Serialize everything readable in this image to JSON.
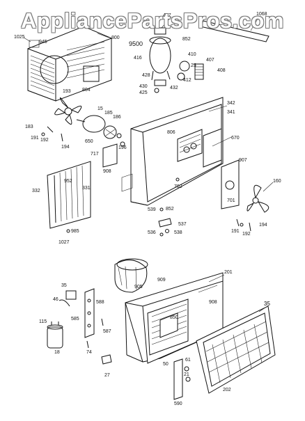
{
  "watermark": "AppliancePartsPros.com",
  "part_labels": {
    "l1025": "1025",
    "l945": "945",
    "l800": "800",
    "l427": "427",
    "l852t": "852",
    "l1068": "1068",
    "l9500": "9500",
    "l416": "416",
    "l410": "410",
    "l25": "25",
    "l407": "407",
    "l408": "408",
    "l428": "428",
    "l412": "412",
    "l430": "430",
    "l432": "432",
    "l425": "425",
    "l193": "193",
    "l804": "804",
    "l342": "342",
    "l341": "341",
    "l15": "15",
    "l183": "183",
    "l185": "185",
    "l186": "186",
    "l191": "191",
    "l192": "192",
    "l194": "194",
    "l650": "650",
    "l196": "196",
    "l806": "806",
    "l670": "670",
    "l717": "717",
    "l908": "908",
    "l907": "907",
    "l160": "160",
    "l952": "952",
    "l331": "331",
    "l332": "332",
    "l702": "702",
    "l701": "701",
    "l539": "539",
    "l852b": "852",
    "l537": "537",
    "l536": "536",
    "l538": "538",
    "l191b": "191",
    "l192b": "192",
    "l194b": "194",
    "l985": "985",
    "l1027": "1027",
    "l909": "909",
    "l201": "201",
    "l905": "905",
    "l908b": "908",
    "l35": "35",
    "l46": "46",
    "l588": "588",
    "l585": "585",
    "l115": "115",
    "l18": "18",
    "l587": "587",
    "l74": "74",
    "l850": "850",
    "l50": "50",
    "l61": "61",
    "l21": "21",
    "l27": "27",
    "l202": "202",
    "l590": "590"
  }
}
